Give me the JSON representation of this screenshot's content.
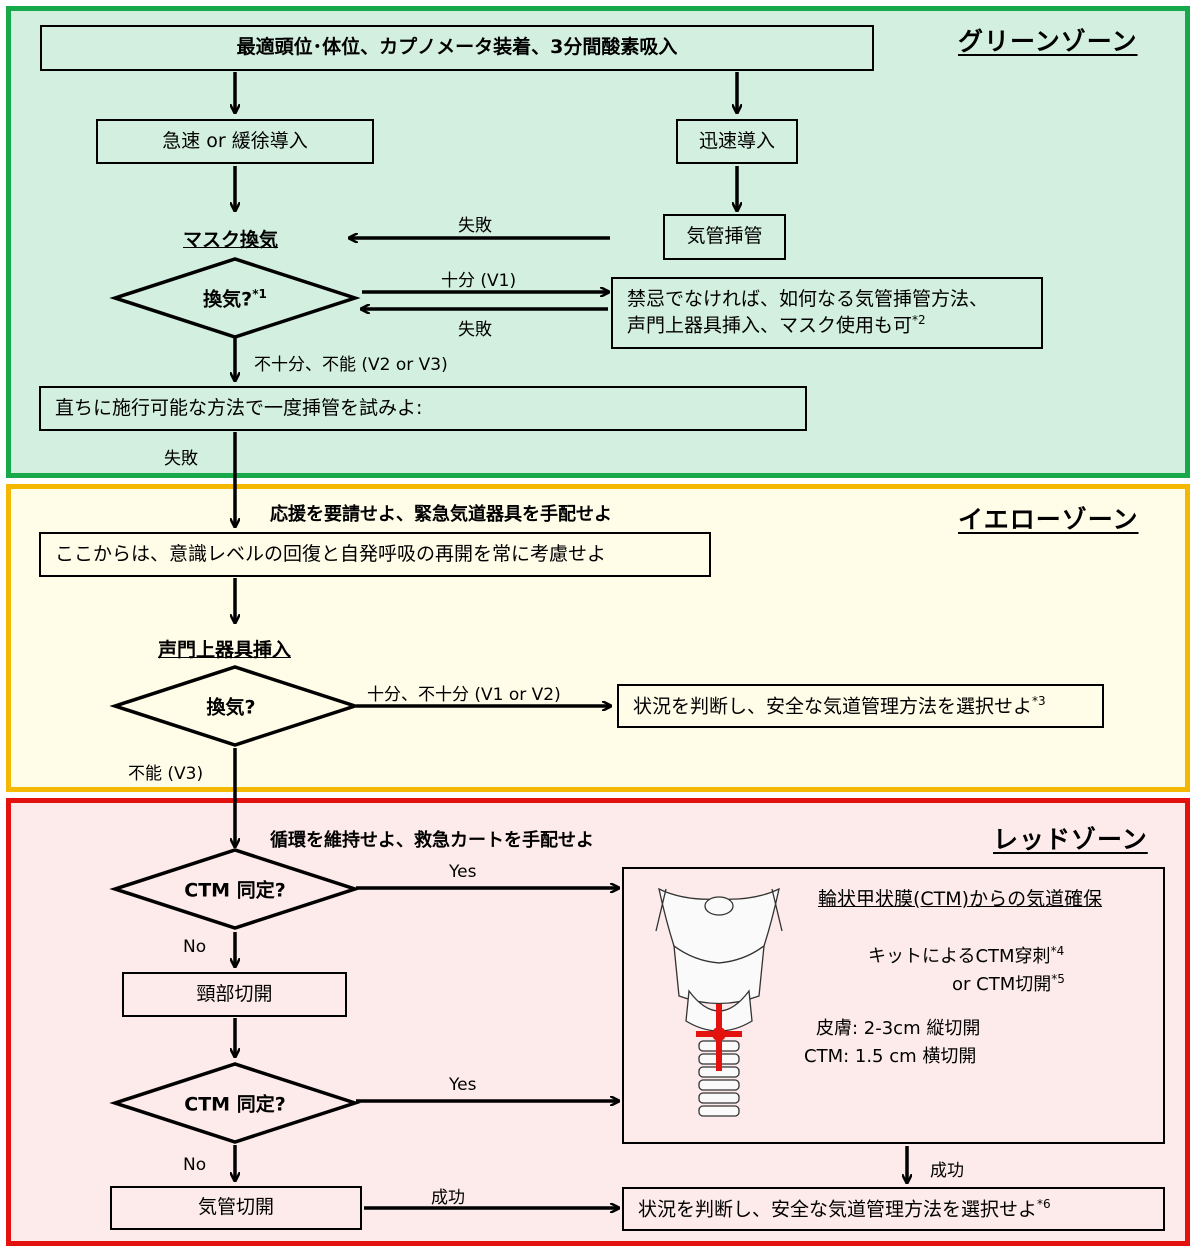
{
  "colors": {
    "green_zone_fill": "#d3efe0",
    "green_zone_border": "#17a84a",
    "yellow_zone_fill": "#fffde8",
    "yellow_zone_border": "#f5b800",
    "red_zone_fill": "#fdeaea",
    "red_zone_border": "#e3120f",
    "arrow": "#000000",
    "incision_marker": "#e3120f"
  },
  "zones": {
    "green_title": "グリーンゾーン",
    "yellow_title": "イエローゾーン",
    "red_title": "レッドゾーン"
  },
  "green": {
    "top_box": "最適頭位･体位、カプノメータ装着、3分間酸素吸入",
    "rapid_slow_box": "急速 or 緩徐導入",
    "rsi_box": "迅速導入",
    "mask_label": "マスク換気",
    "intubation_box": "気管挿管",
    "failure_top": "失敗",
    "diamond_text": "換気?",
    "diamond_note": "*1",
    "sufficient_label": "十分 (V1)",
    "failure_return": "失敗",
    "any_method_line1": "禁忌でなければ、如何なる気管挿管方法、",
    "any_method_line2": "声門上器具挿入、マスク使用も可",
    "any_method_note": "*2",
    "insufficient_label": "不十分、不能 (V2 or V3)",
    "try_box": "直ちに施行可能な方法で一度挿管を試みよ:",
    "failure_bottom": "失敗"
  },
  "yellow": {
    "call_help": "応援を要請せよ、緊急気道器具を手配せよ",
    "consider_box": "ここからは、意識レベルの回復と自発呼吸の再開を常に考慮せよ",
    "sga_label": "声門上器具挿入",
    "diamond_text": "換気?",
    "adequate_label": "十分、不十分 (V1 or V2)",
    "judge_box": "状況を判断し、安全な気道管理方法を選択せよ",
    "judge_note": "*3",
    "impossible_label": "不能 (V3)"
  },
  "red": {
    "maintain": "循環を維持せよ、救急カートを手配せよ",
    "ctm_q1": "CTM 同定?",
    "yes1": "Yes",
    "no1": "No",
    "neck_incision_box": "頸部切開",
    "ctm_q2": "CTM 同定?",
    "yes2": "Yes",
    "no2": "No",
    "tracheotomy_box": "気管切開",
    "success_left": "成功",
    "ctm_title": "輪状甲状膜(CTM)からの気道確保",
    "kit_line": "キットによるCTM穿刺",
    "kit_note": "*4",
    "or_line": "or CTM切開",
    "or_note": "*5",
    "skin_line": "皮膚: 2-3cm  縦切開",
    "ctm_line": "CTM: 1.5 cm  横切開",
    "success_right": "成功",
    "final_box": "状況を判断し、安全な気道管理方法を選択せよ",
    "final_note": "*6"
  }
}
